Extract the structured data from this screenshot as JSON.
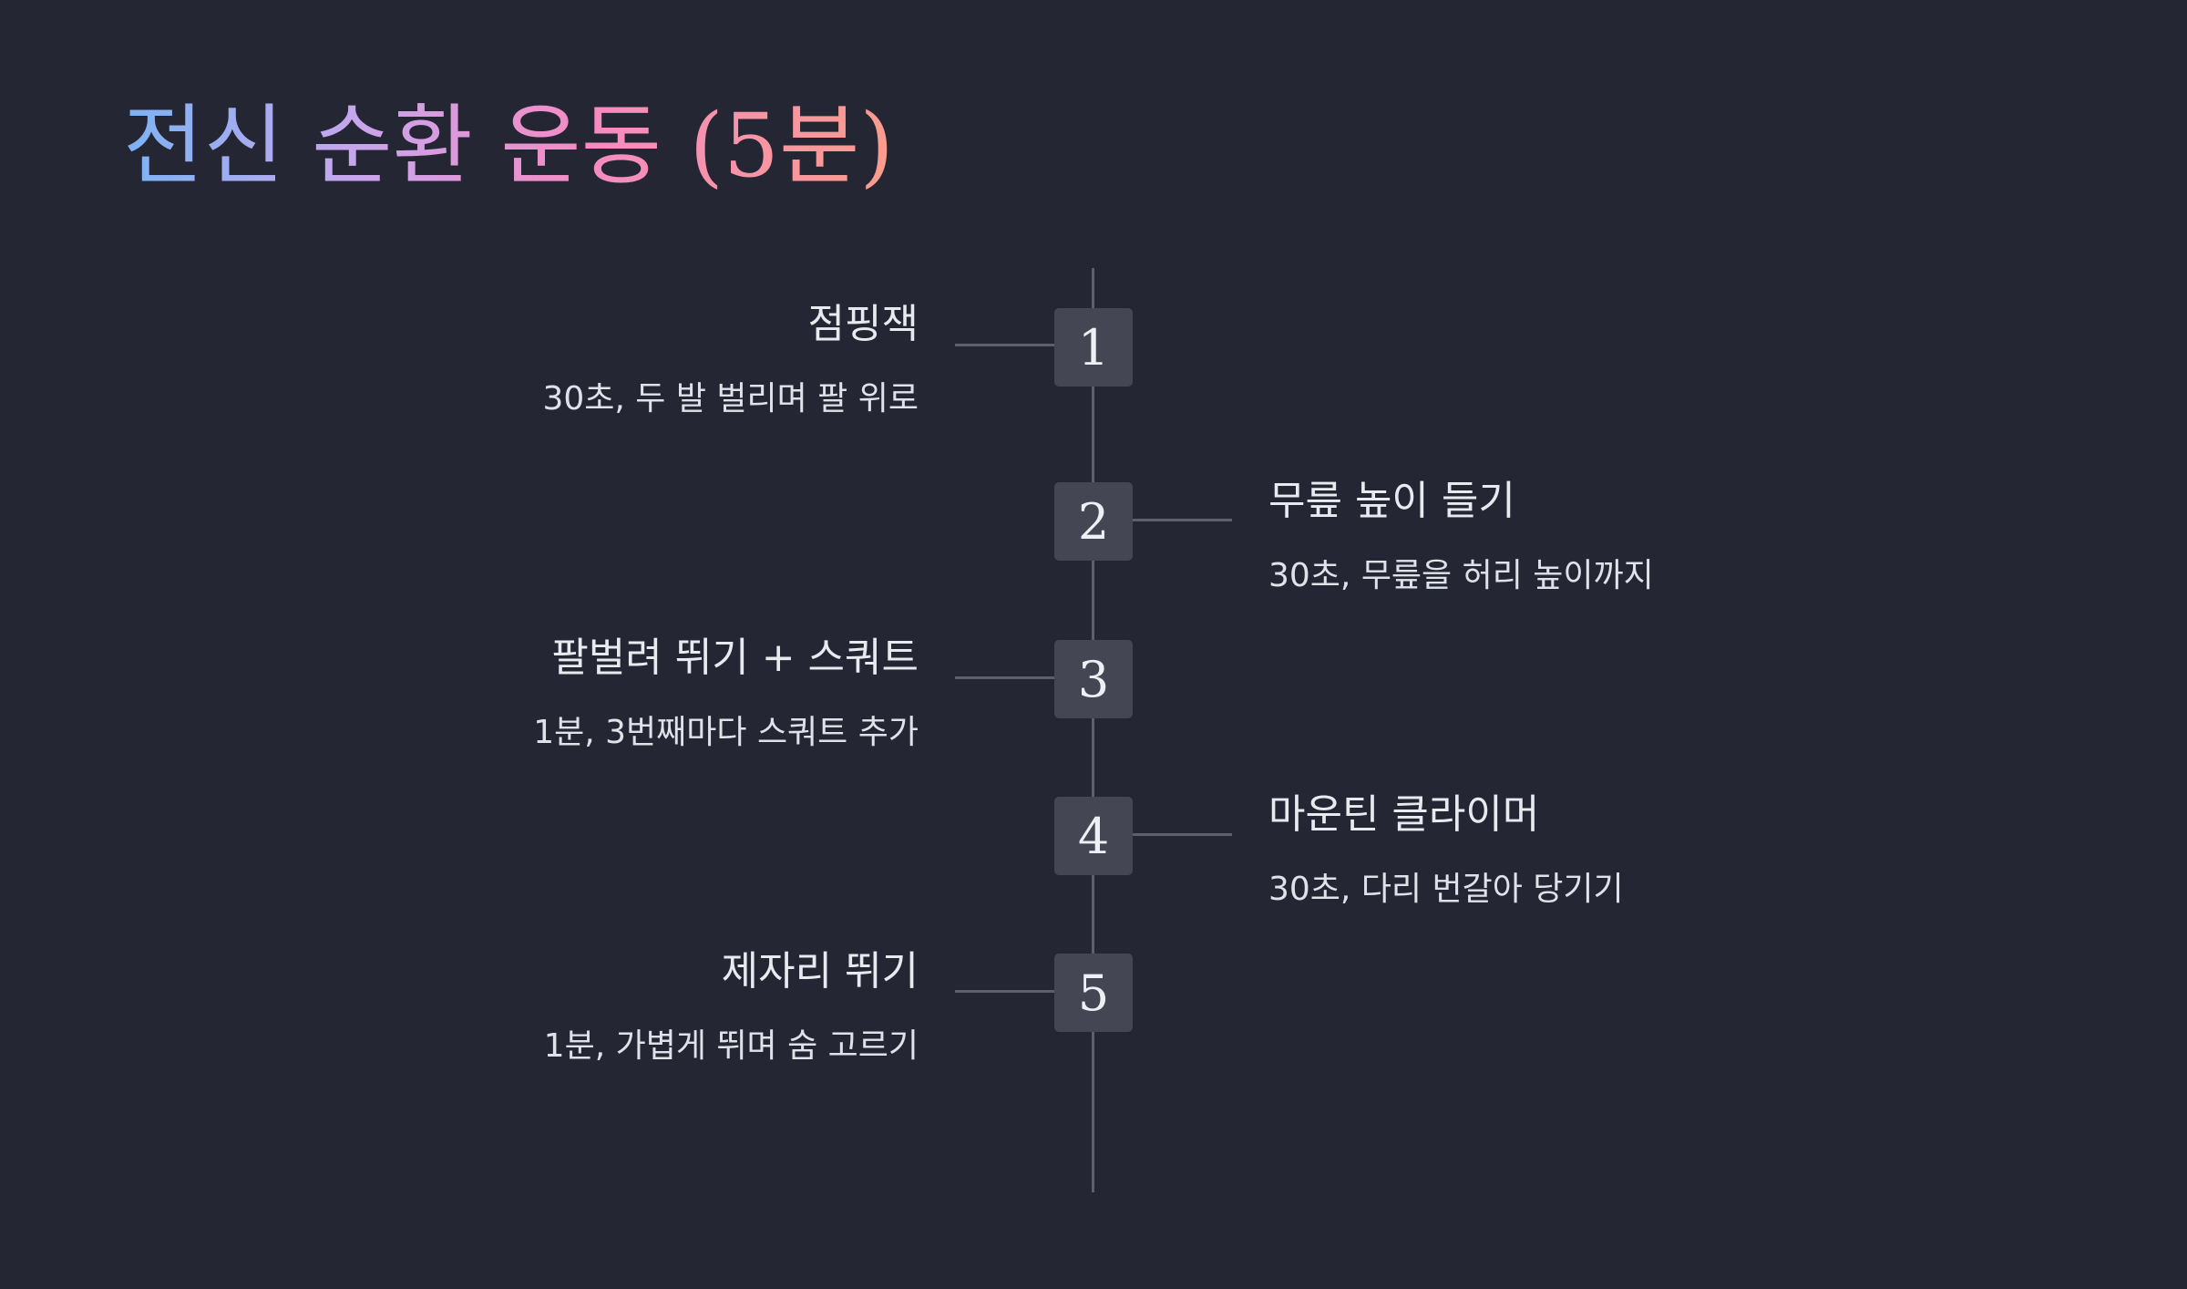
{
  "title": "전신 순환 운동 (5분)",
  "steps": [
    {
      "number": "1",
      "title": "점핑잭",
      "desc": "30초, 두 발 벌리며 팔 위로",
      "side": "left"
    },
    {
      "number": "2",
      "title": "무릎 높이 들기",
      "desc": "30초, 무릎을 허리 높이까지",
      "side": "right"
    },
    {
      "number": "3",
      "title": "팔벌려 뛰기 + 스쿼트",
      "desc": "1분, 3번째마다 스쿼트 추가",
      "side": "left"
    },
    {
      "number": "4",
      "title": "마운틴 클라이머",
      "desc": "30초, 다리 번갈아 당기기",
      "side": "right"
    },
    {
      "number": "5",
      "title": "제자리 뛰기",
      "desc": "1분, 가볍게 뛰며 숨 고르기",
      "side": "left"
    }
  ]
}
